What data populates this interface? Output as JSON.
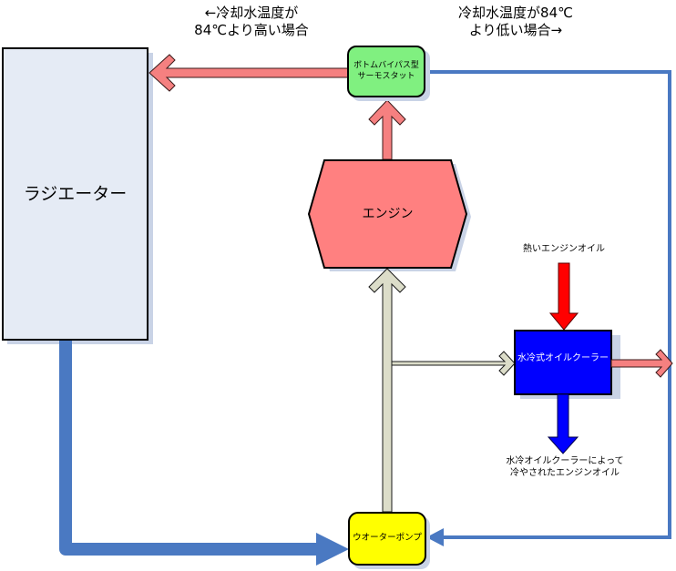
{
  "colors": {
    "coolant_blue": "#4a79c2",
    "hot_pink": "#f58080",
    "radiator_fill": "#e5ebf5",
    "thermostat_fill": "#80f080",
    "engine_fill": "#ff8080",
    "pump_fill": "#ffff00",
    "oilcooler_fill": "#0000ff",
    "hot_oil_red": "#ff0000",
    "cooled_oil_blue": "#0000ff",
    "feed_gray": "#dcddc9",
    "shadow": "#c9d3e6"
  },
  "labels": {
    "above_84_line1": "←冷却水温度が",
    "above_84_line2": "84℃より高い場合",
    "below_84_line1": "冷却水温度が84℃",
    "below_84_line2": "より低い場合→",
    "hot_oil": "熱いエンジンオイル",
    "cooled_oil_line1": "水冷オイルクーラーによって",
    "cooled_oil_line2": "冷やされたエンジンオイル"
  },
  "nodes": {
    "radiator": "ラジエーター",
    "thermostat_line1": "ボトムバイパス型",
    "thermostat_line2": "サーモスタット",
    "engine": "エンジン",
    "oil_cooler": "水冷式オイルクーラー",
    "water_pump": "ウオーターポンプ"
  }
}
